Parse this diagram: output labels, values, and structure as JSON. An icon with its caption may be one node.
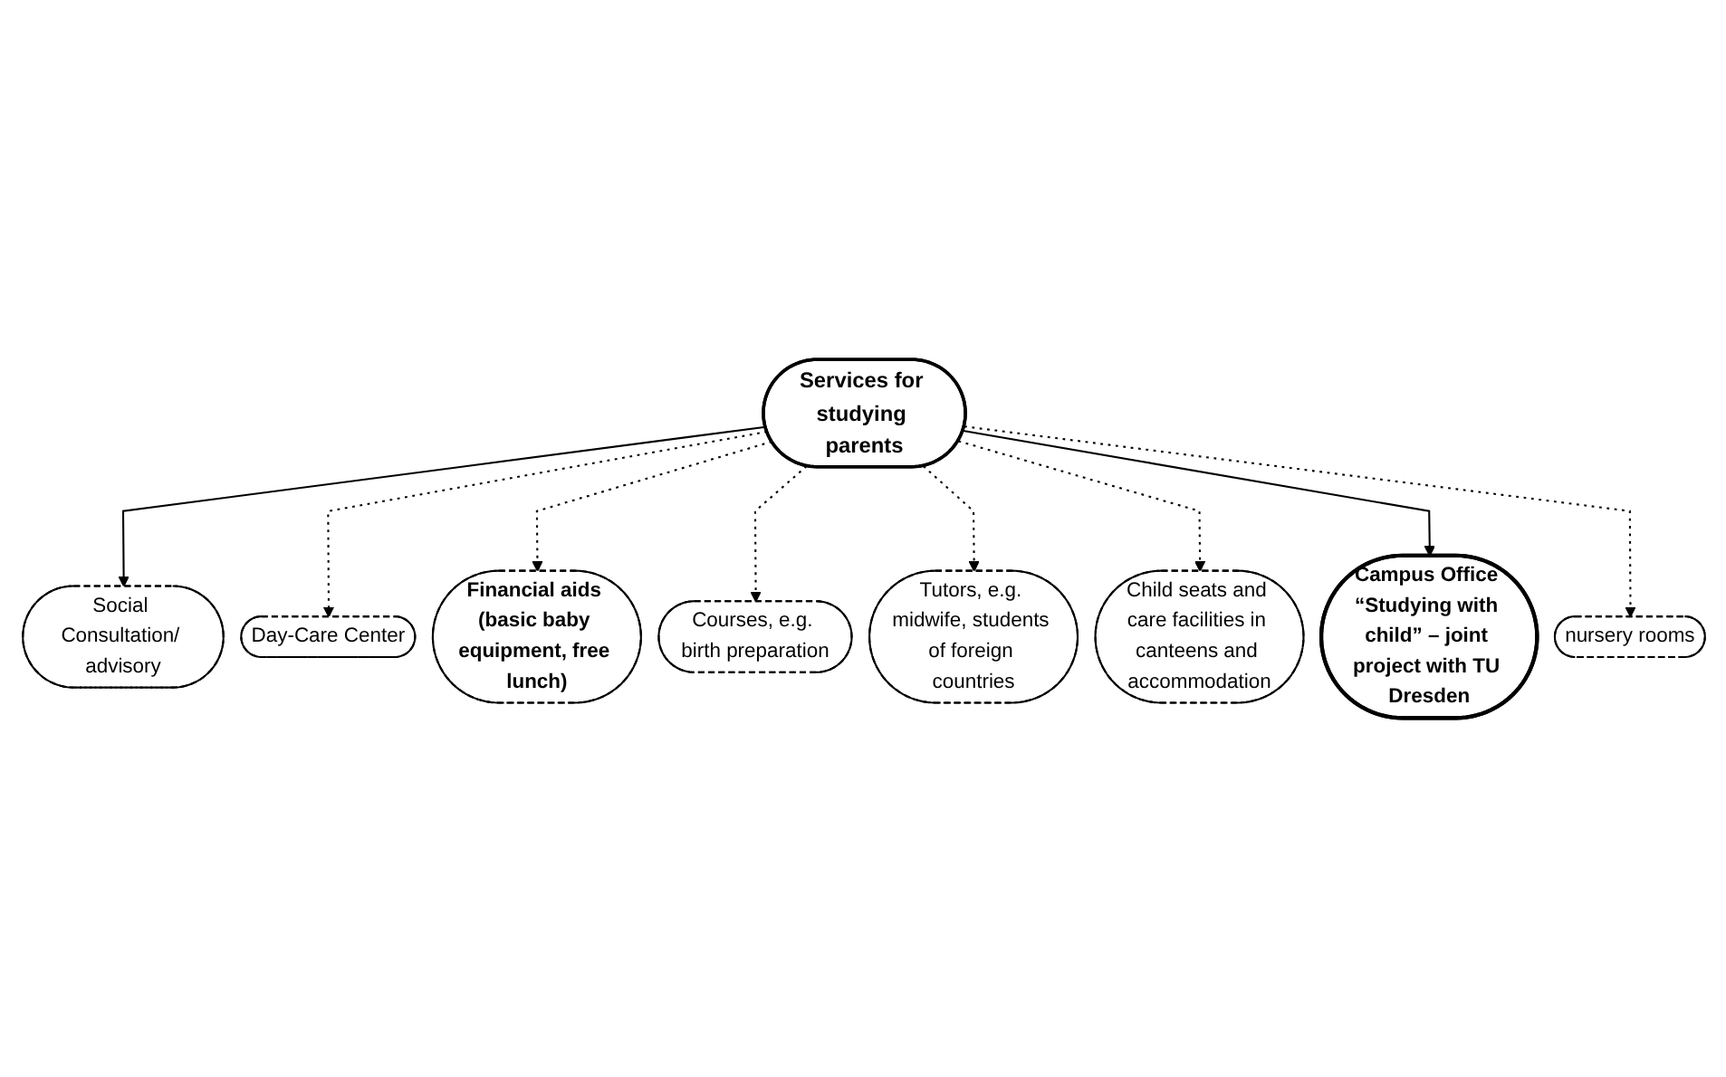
{
  "diagram": {
    "nodes": [
      {
        "text": [
          "Social Consultation/ advisory"
        ]
      },
      {
        "text": [
          "Day-Care Center"
        ]
      },
      {
        "text": [
          "Financial aids (basic baby equipment, free lunch)"
        ]
      },
      {
        "text": [
          "Courses, e.g. birth preparation"
        ]
      },
      {
        "text": [
          "Services for studying parents"
        ]
      },
      {
        "text": [
          "Tutors, e.g. midwife, students of foreign countries"
        ]
      },
      {
        "text": [
          "Child seats and care facilities in canteens and accommodation"
        ]
      },
      {
        "text": [
          "Campus Office “Studying with child” – joint project with TU Dresden"
        ]
      },
      {
        "text": [
          "nursery rooms"
        ]
      }
    ],
    "edges": [
      {
        "from": 4,
        "to": 0,
        "arrow": "to"
      },
      {
        "from": 4,
        "to": 1,
        "arrow": "to",
        "style": "dashed"
      },
      {
        "from": 4,
        "to": 2,
        "arrow": "to",
        "style": "dashed"
      },
      {
        "from": 4,
        "to": 3,
        "arrow": "to",
        "style": "dashed"
      },
      {
        "from": 4,
        "to": 5,
        "arrow": "to",
        "style": "dashed"
      },
      {
        "from": 4,
        "to": 6,
        "arrow": "to",
        "style": "dashed"
      },
      {
        "from": 4,
        "to": 7,
        "arrow": "to"
      },
      {
        "from": 4,
        "to": 8,
        "arrow": "to",
        "style": "dashed"
      }
    ]
  }
}
